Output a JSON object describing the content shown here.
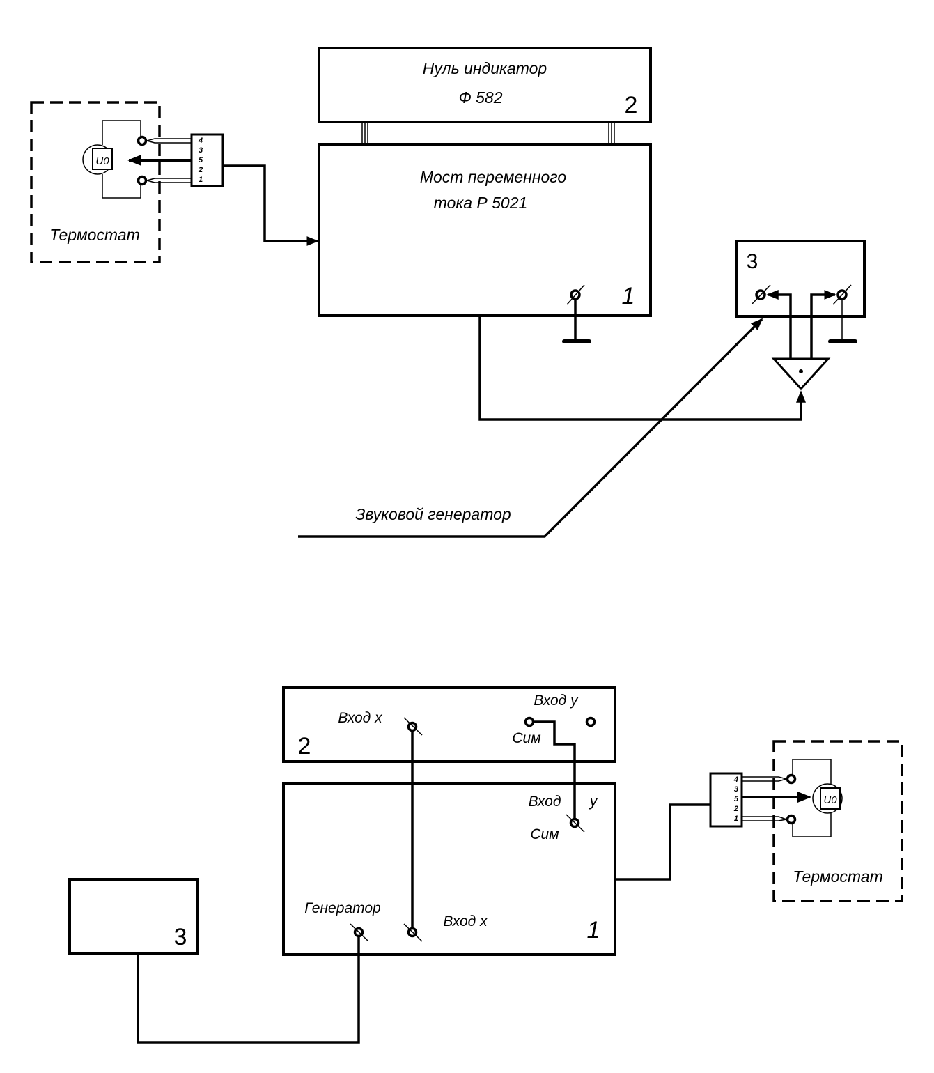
{
  "diagram_top": {
    "null_indicator": {
      "title": "Нуль индикатор",
      "model": "Ф 582",
      "number": "2"
    },
    "bridge": {
      "title_line1": "Мост переменного",
      "title_line2": "тока Р 5021",
      "number": "1"
    },
    "device3": {
      "number": "3"
    },
    "thermostat": {
      "label": "Термостат",
      "sensor_label": "U0"
    },
    "connector": {
      "pins": [
        "4",
        "3",
        "5",
        "2",
        "1"
      ]
    },
    "generator_label": "Звуковой генератор"
  },
  "diagram_bottom": {
    "device2": {
      "number": "2",
      "input_x_label": "Вход  x",
      "input_y_label": "Вход  y",
      "sym_label": "Сим"
    },
    "device1": {
      "number": "1",
      "input_y_label": "Вход",
      "input_y_suffix": "y",
      "sym_label": "Сим",
      "generator_label": "Генератор",
      "input_x_label": "Вход  x"
    },
    "device3": {
      "number": "3"
    },
    "thermostat": {
      "label": "Термостат",
      "sensor_label": "U0"
    },
    "connector": {
      "pins": [
        "4",
        "3",
        "5",
        "2",
        "1"
      ]
    }
  }
}
